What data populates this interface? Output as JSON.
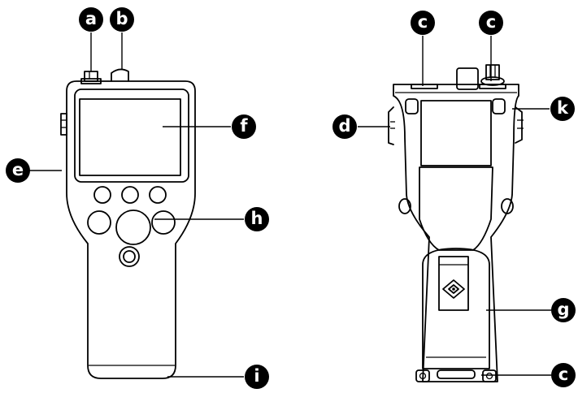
{
  "callouts": {
    "a": "a",
    "b": "b",
    "c1": "c",
    "c2": "c",
    "c3": "c",
    "d": "d",
    "e": "e",
    "f": "f",
    "g": "g",
    "h": "h",
    "i": "i",
    "k": "k"
  }
}
